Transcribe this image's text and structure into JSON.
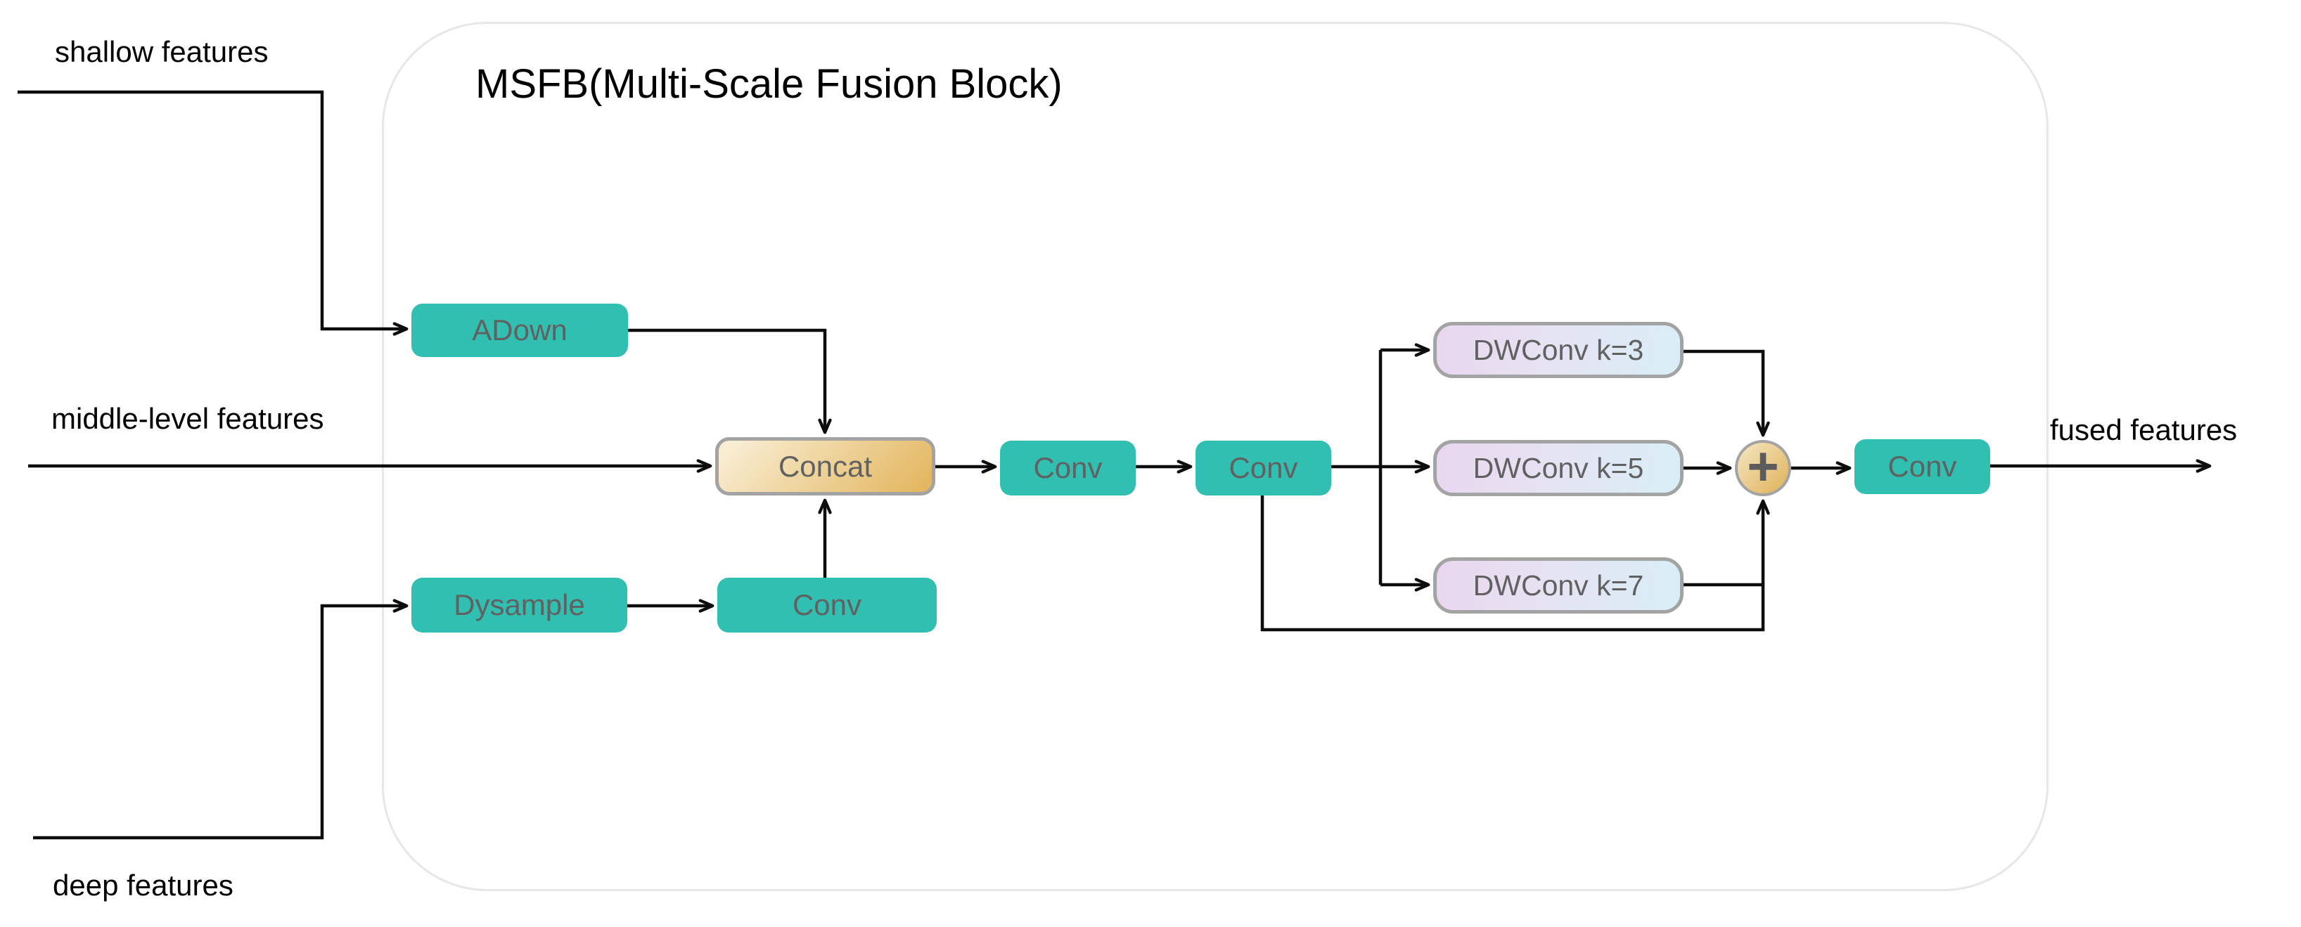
{
  "title": "MSFB(Multi-Scale Fusion Block)",
  "inputs": {
    "shallow": "shallow features",
    "middle": "middle-level features",
    "deep": "deep features"
  },
  "output_label": "fused features",
  "nodes": {
    "adown": "ADown",
    "dysample": "Dysample",
    "conv_up": "Conv",
    "concat": "Concat",
    "conv1": "Conv",
    "conv2": "Conv",
    "dwconv3": "DWConv k=3",
    "dwconv5": "DWConv k=5",
    "dwconv7": "DWConv k=7",
    "sum": "+",
    "conv_out": "Conv"
  },
  "colors": {
    "teal": "#31bfb1",
    "box_text": "#616161",
    "concat_bg_from": "#faf1da",
    "concat_bg_to": "#e2b45a",
    "dw_bg_from": "#e9d6ef",
    "dw_bg_mid": "#e6e3f3",
    "dw_bg_to": "#d8eef7",
    "sum_bg_from": "#f6e7c4",
    "sum_bg_to": "#dfb158",
    "box_border": "#a3a3a3",
    "line": "#0d0d0d",
    "container_border": "#e7e7e7",
    "label_text": "#000000"
  }
}
